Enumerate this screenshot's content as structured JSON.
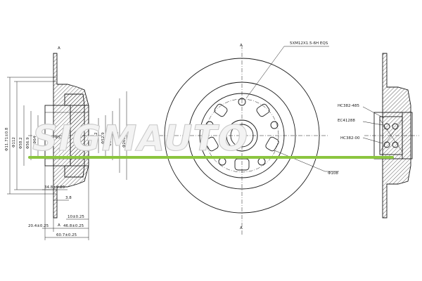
{
  "brand": {
    "watermark": "SIGMAUTO"
  },
  "colors": {
    "line": "#1a1a1a",
    "accent": "#8bc53f"
  },
  "left_view": {
    "section_marks": [
      "A",
      "A"
    ],
    "vertical_dims": [
      "Φ11.71±0.8",
      "Φ112",
      "Φ58.2",
      "Φ56.9",
      "Φ64"
    ],
    "horizontal_dims": [
      "34.8±0.25",
      "3.8",
      "10±0.25",
      "46.8±0.25",
      "20.4±0.25",
      "60.7±0.25"
    ],
    "inner_labels": [
      "Φ52.2",
      "Φ52.9",
      "Φ57.91",
      "Φ60.91",
      "Φ260.8"
    ],
    "hub_label": "Φ52.9"
  },
  "front_view": {
    "callout_thread": "5XM12X1.5-6H EQS",
    "callout_dia": "Φ108",
    "section_marks": [
      "A",
      "A"
    ]
  },
  "right_view": {
    "labels": [
      "HC382-485",
      "EC41288",
      "HC382-00"
    ]
  }
}
